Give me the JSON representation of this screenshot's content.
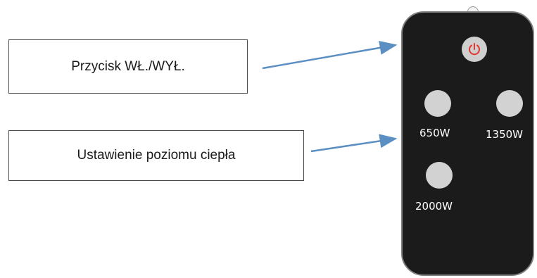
{
  "callouts": {
    "power": "Przycisk WŁ./WYŁ.",
    "heat": "Ustawienie poziomu ciepła"
  },
  "remote": {
    "buttons": [
      {
        "label": "650W"
      },
      {
        "label": "1350W"
      },
      {
        "label": "2000W"
      }
    ],
    "power_icon": "power-icon"
  },
  "colors": {
    "arrow": "#5b8fc4",
    "remote_body": "#1b1b1b",
    "power_symbol": "#e2382f",
    "button": "#d2d2d2"
  }
}
